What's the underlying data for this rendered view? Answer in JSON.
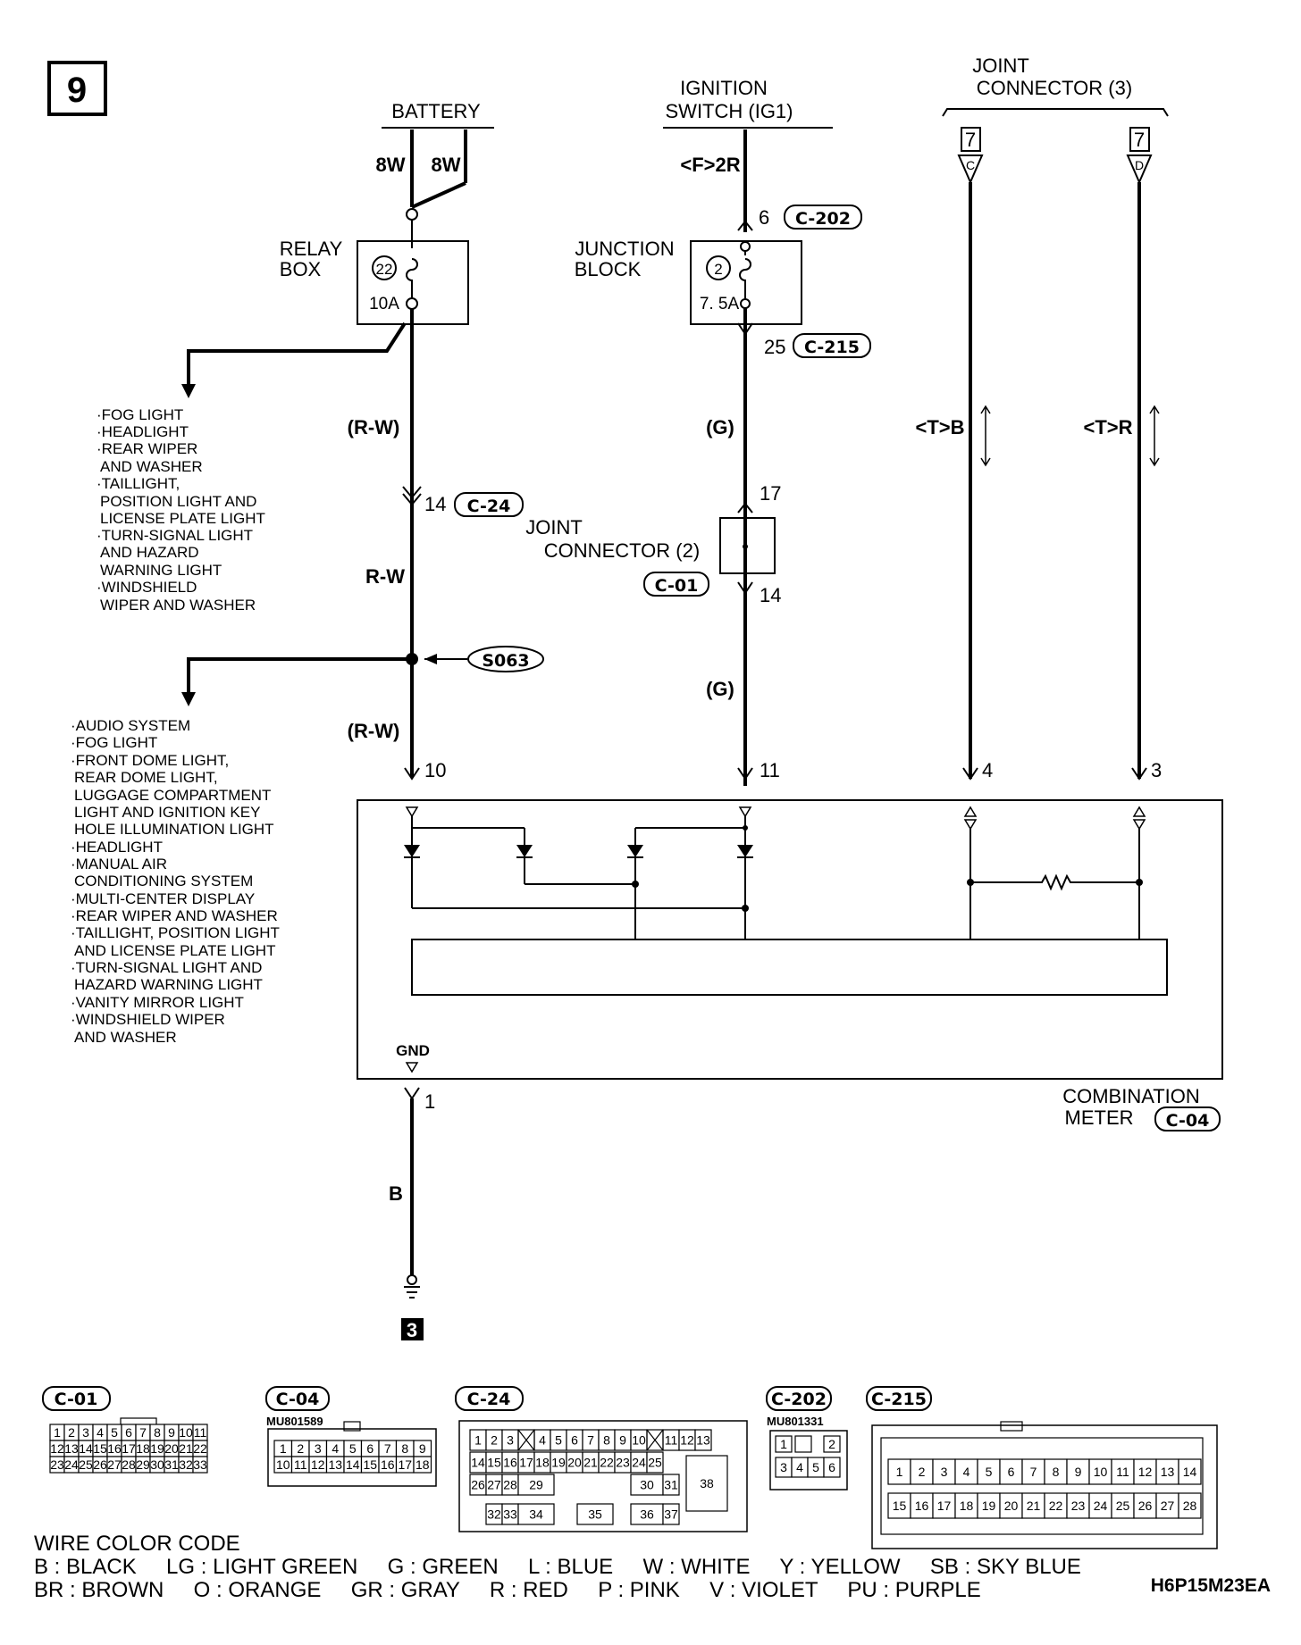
{
  "diagram": {
    "page_number": "9",
    "ground_number": "3",
    "code": "H6P15M23EA",
    "battery": {
      "label": "BATTERY",
      "wire_left": "8W",
      "wire_right": "8W"
    },
    "ignition": {
      "line1": "IGNITION",
      "line2": "SWITCH (IG1)",
      "wire": "<F>2R"
    },
    "joint3": {
      "line1": "JOINT",
      "line2": "CONNECTOR (3)",
      "pin_num": "7",
      "pin_c": "C",
      "pin_d": "D"
    },
    "relay_box": {
      "line1": "RELAY",
      "line2": "BOX",
      "fuse_no": "22",
      "rating": "10A"
    },
    "junction_block": {
      "line1": "JUNCTION",
      "line2": "BLOCK",
      "fuse_no": "2",
      "rating": "7. 5A",
      "pin_top": "6",
      "conn_top": "C-202",
      "pin_bottom": "25",
      "conn_bottom": "C-215"
    },
    "relay_branch": [
      "·FOG LIGHT",
      "·HEADLIGHT",
      "·REAR WIPER",
      "AND WASHER",
      "·TAILLIGHT,",
      "POSITION LIGHT AND",
      "LICENSE PLATE LIGHT",
      "·TURN-SIGNAL LIGHT",
      "AND HAZARD",
      "WARNING LIGHT",
      "·WINDSHIELD",
      "WIPER AND WASHER"
    ],
    "splice_branch": [
      "·AUDIO SYSTEM",
      "·FOG LIGHT",
      "·FRONT DOME LIGHT,",
      "REAR DOME LIGHT,",
      "LUGGAGE COMPARTMENT",
      "LIGHT AND IGNITION KEY",
      "HOLE ILLUMINATION LIGHT",
      "·HEADLIGHT",
      "·MANUAL AIR",
      "CONDITIONING SYSTEM",
      "·MULTI-CENTER DISPLAY",
      "·REAR WIPER AND WASHER",
      "·TAILLIGHT, POSITION LIGHT",
      "AND LICENSE PLATE LIGHT",
      "·TURN-SIGNAL LIGHT AND",
      "HAZARD WARNING LIGHT",
      "·VANITY MIRROR LIGHT",
      "·WINDSHIELD WIPER",
      "AND WASHER"
    ],
    "wire_rw_1": "(R-W)",
    "wire_rw_2": "R-W",
    "wire_rw_3": "(R-W)",
    "c24_pin": "14",
    "c24_conn": "C-24",
    "splice": "S063",
    "wire_g_1": "(G)",
    "wire_g_2": "(G)",
    "joint2": {
      "line1": "JOINT",
      "line2": "CONNECTOR (2)",
      "conn": "C-01",
      "pin_top": "17",
      "pin_bottom": "14"
    },
    "wire_tb": "<T>B",
    "wire_tr": "<T>R",
    "meter_pins": {
      "p10": "10",
      "p11": "11",
      "p4": "4",
      "p3": "3",
      "p1": "1"
    },
    "gnd": "GND",
    "wire_b": "B",
    "meter": {
      "line1": "COMBINATION",
      "line2": "METER",
      "conn": "C-04"
    }
  },
  "connectors": {
    "c01": {
      "label": "C-01",
      "rows": [
        [
          "1",
          "2",
          "3",
          "4",
          "5",
          "6",
          "7",
          "8",
          "9",
          "10",
          "11"
        ],
        [
          "12",
          "13",
          "14",
          "15",
          "16",
          "17",
          "18",
          "19",
          "20",
          "21",
          "22"
        ],
        [
          "23",
          "24",
          "25",
          "26",
          "27",
          "28",
          "29",
          "30",
          "31",
          "32",
          "33"
        ]
      ]
    },
    "c04": {
      "label": "C-04",
      "part": "MU801589",
      "rows": [
        [
          "1",
          "2",
          "3",
          "4",
          "5",
          "6",
          "7",
          "8",
          "9"
        ],
        [
          "10",
          "11",
          "12",
          "13",
          "14",
          "15",
          "16",
          "17",
          "18"
        ]
      ]
    },
    "c24": {
      "label": "C-24",
      "row1": [
        "1",
        "2",
        "3",
        "4",
        "5",
        "6",
        "7",
        "8",
        "9",
        "10",
        "11",
        "12",
        "13"
      ],
      "row2": [
        "14",
        "15",
        "16",
        "17",
        "18",
        "19",
        "20",
        "21",
        "22",
        "23",
        "24",
        "25"
      ],
      "row3": [
        "26",
        "27",
        "28",
        "29",
        "30",
        "31"
      ],
      "row4": [
        "32",
        "33",
        "34",
        "35",
        "36",
        "37"
      ],
      "big": "38"
    },
    "c202": {
      "label": "C-202",
      "part": "MU801331",
      "row1": [
        "1",
        "2"
      ],
      "row2": [
        "3",
        "4",
        "5",
        "6"
      ]
    },
    "c215": {
      "label": "C-215",
      "rows": [
        [
          "1",
          "2",
          "3",
          "4",
          "5",
          "6",
          "7",
          "8",
          "9",
          "10",
          "11",
          "12",
          "13",
          "14"
        ],
        [
          "15",
          "16",
          "17",
          "18",
          "19",
          "20",
          "21",
          "22",
          "23",
          "24",
          "25",
          "26",
          "27",
          "28"
        ]
      ]
    }
  },
  "wire_color_code": {
    "title": "WIRE COLOR CODE",
    "line1": "B : BLACK     LG : LIGHT GREEN     G : GREEN     L : BLUE     W : WHITE     Y : YELLOW     SB : SKY BLUE",
    "line2": "BR : BROWN     O : ORANGE     GR : GRAY     R : RED     P : PINK     V : VIOLET     PU : PURPLE"
  }
}
